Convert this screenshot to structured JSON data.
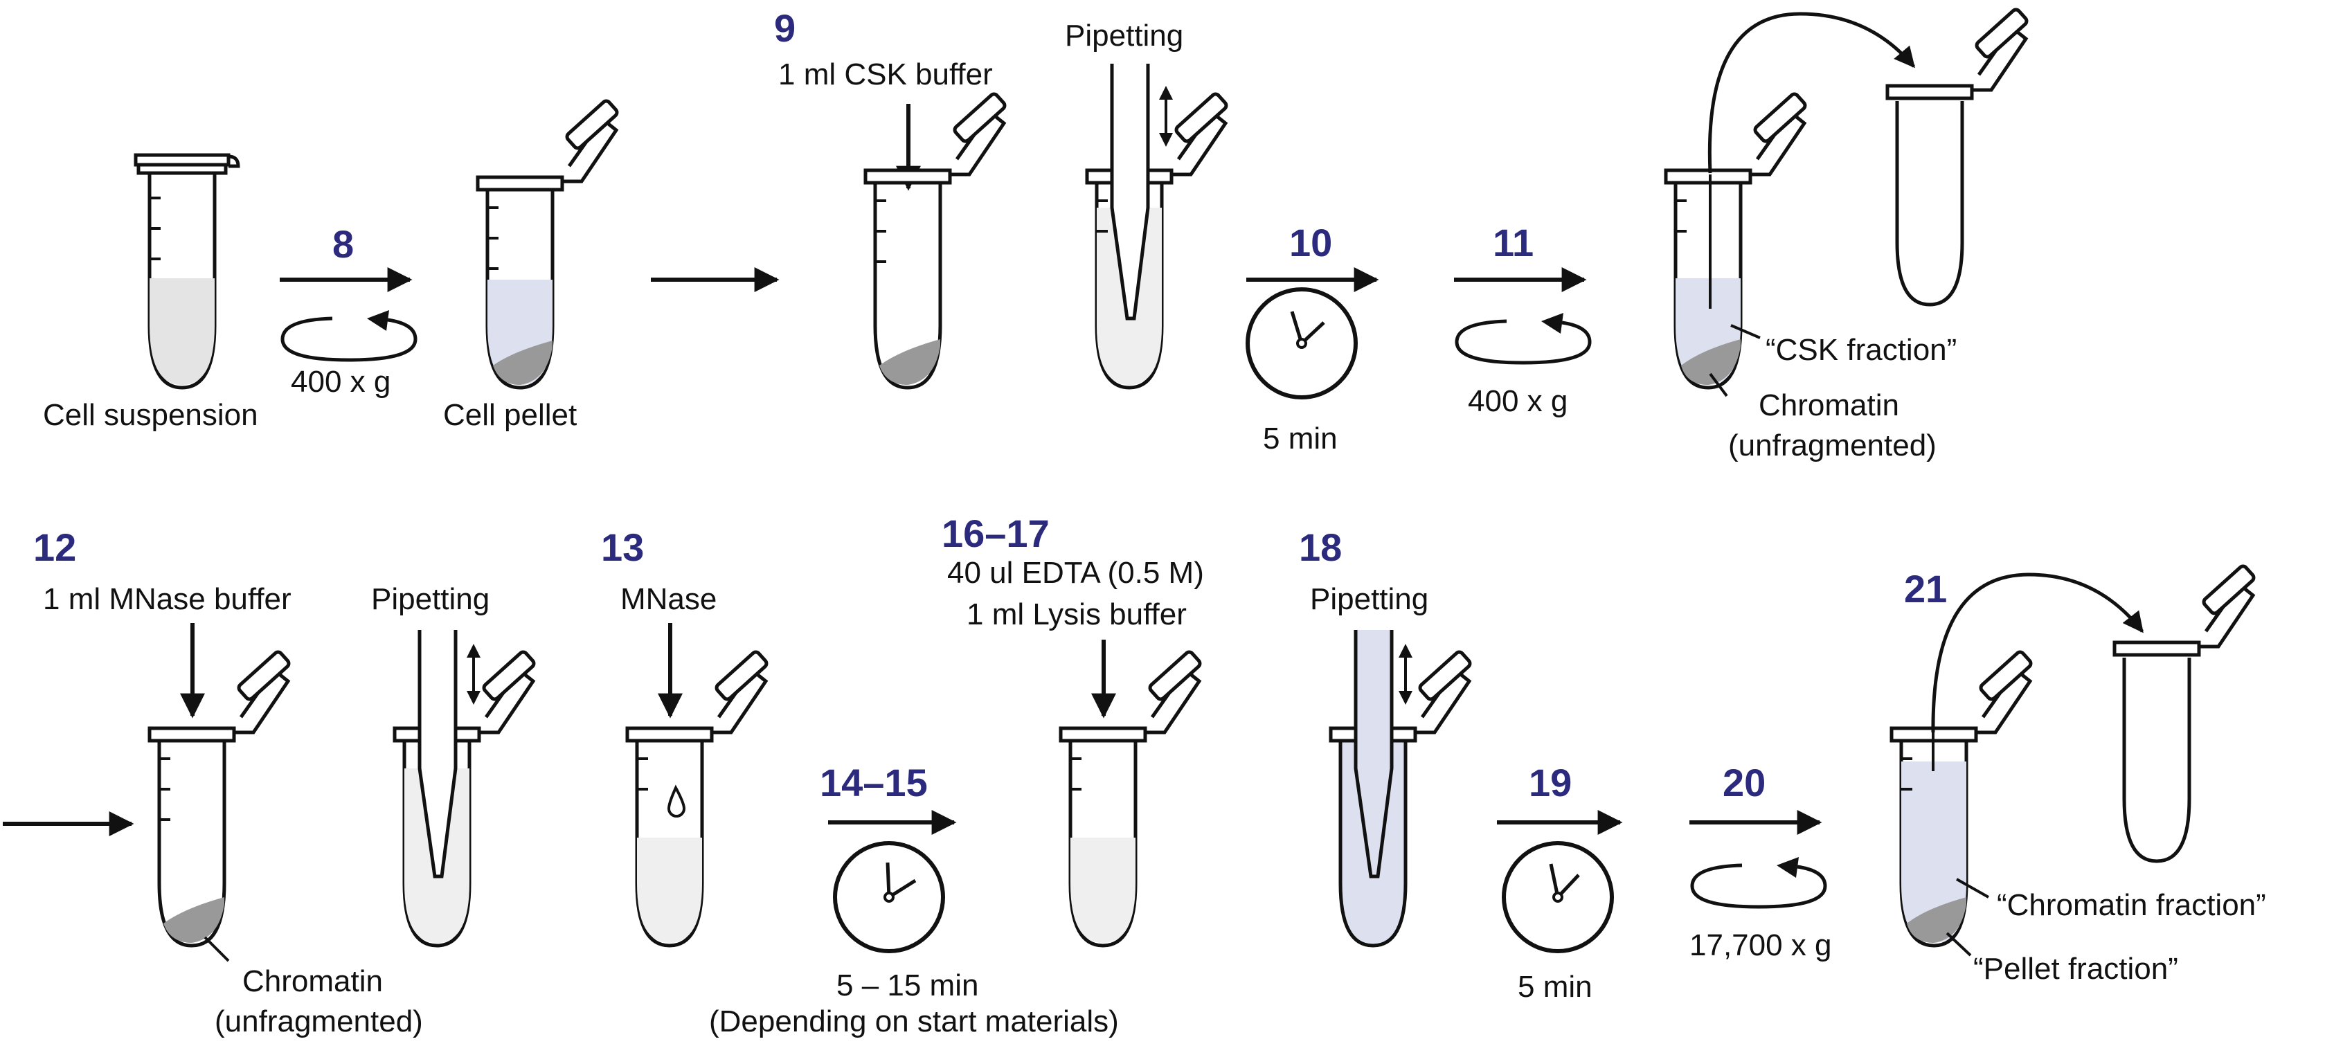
{
  "colors": {
    "step_number": "#2b2a7c",
    "ink": "#111111",
    "blue_liquid": "#dde1ef",
    "grey_liquid": "#e6e6e6",
    "pellet": "#999999"
  },
  "steps": {
    "s8": "8",
    "s9": "9",
    "s10": "10",
    "s11": "11",
    "s12": "12",
    "s13": "13",
    "s14_15": "14–15",
    "s16_17": "16–17",
    "s18": "18",
    "s19": "19",
    "s20": "20",
    "s21": "21"
  },
  "labels": {
    "cell_suspension": "Cell suspension",
    "spin_400": "400 x g",
    "cell_pellet": "Cell pellet",
    "csk_buffer": "1 ml CSK buffer",
    "pipetting": "Pipetting",
    "time_5min": "5 min",
    "csk_fraction": "“CSK fraction”",
    "chromatin": "Chromatin",
    "unfragmented": "(unfragmented)",
    "mnase_buffer": "1 ml MNase buffer",
    "mnase": "MNase",
    "edta": "40 ul EDTA (0.5 M)",
    "lysis_buffer": "1 ml Lysis buffer",
    "time_5_15": "5 – 15 min",
    "depending": "(Depending on start materials)",
    "spin_17700": "17,700 x g",
    "chromatin_fraction": "“Chromatin fraction”",
    "pellet_fraction": "“Pellet fraction”"
  }
}
